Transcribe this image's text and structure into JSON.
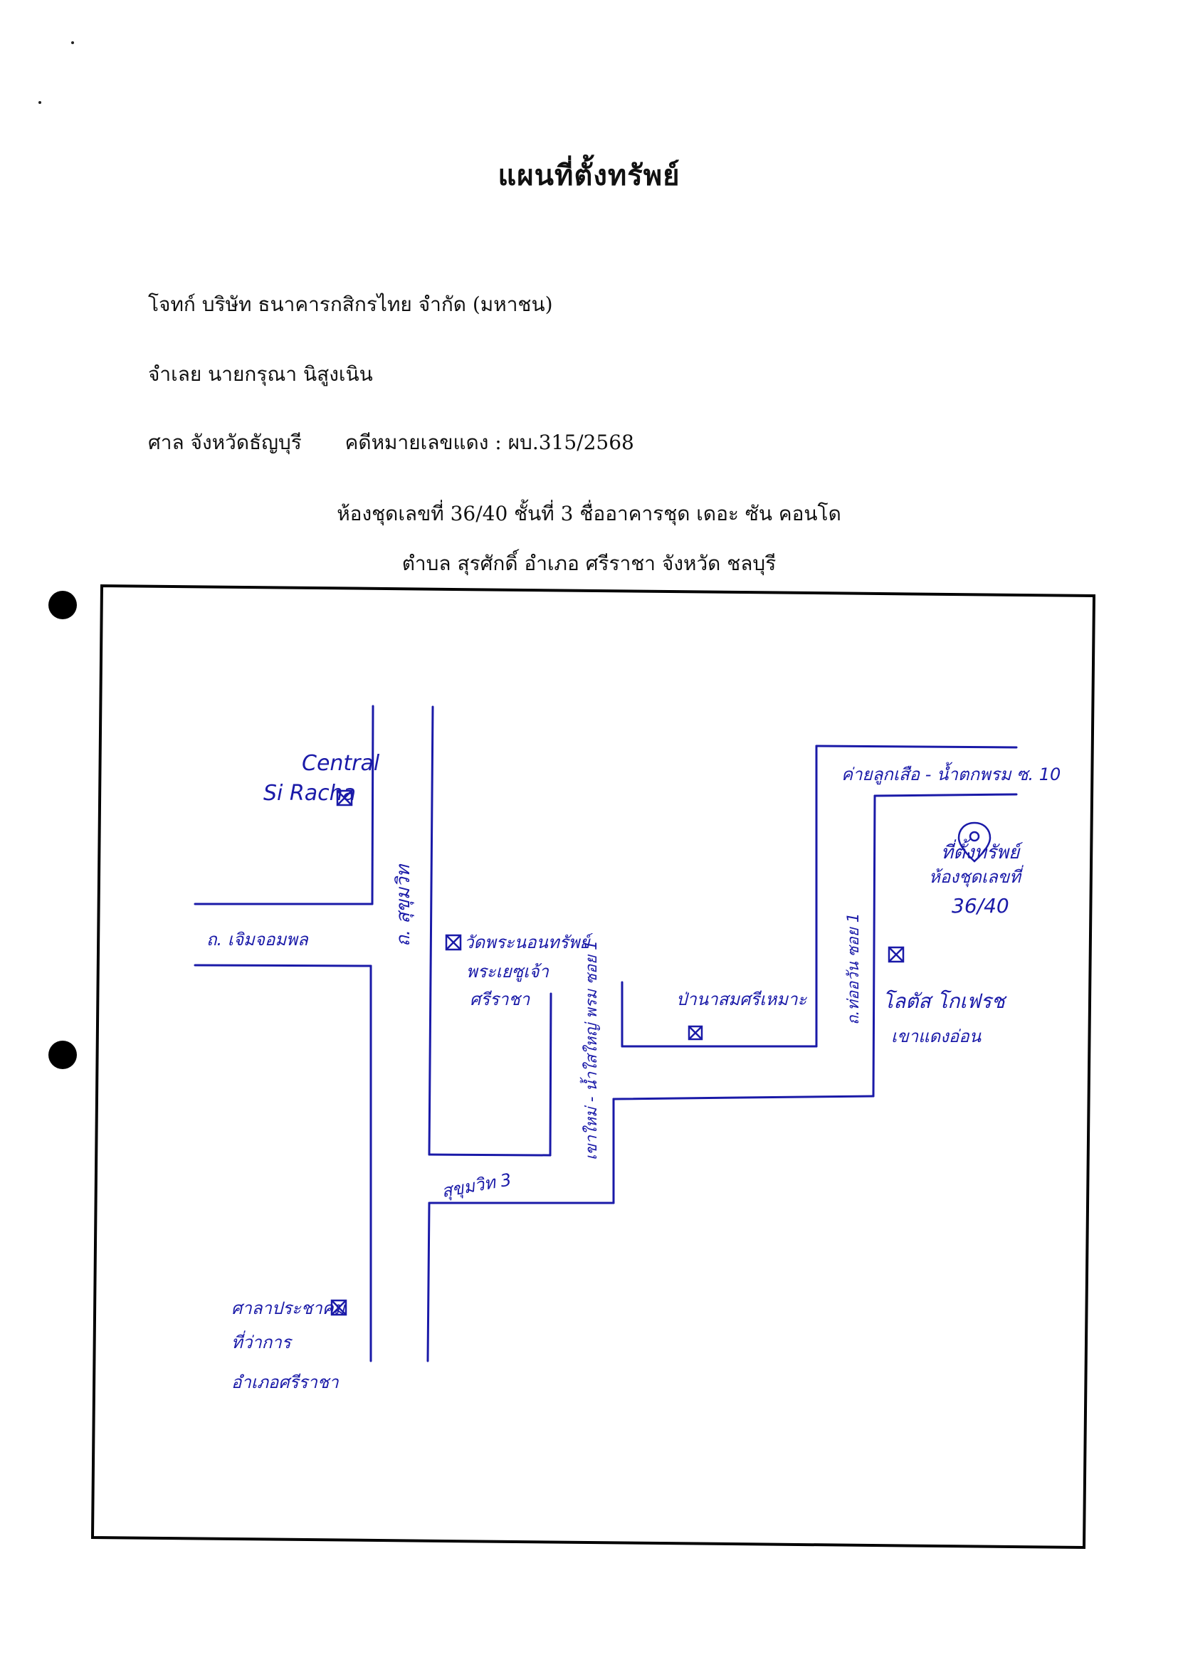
{
  "document": {
    "title": "แผนที่ตั้งทรัพย์",
    "plaintiff": "โจทก์ บริษัท ธนาคารกสิกรไทย จำกัด (มหาชน)",
    "defendant": "จำเลย นายกรุณา นิสูงเนิน",
    "court": "ศาล จังหวัดธัญบุรี",
    "case_number": "คดีหมายเลขแดง : ผบ.315/2568",
    "property_line1": "ห้องชุดเลขที่ 36/40 ชั้นที่ 3 ชื่ออาคารชุด เดอะ ซัน คอนโด",
    "property_line2": "ตำบล สุรศักดิ์ อำเภอ ศรีราชา จังหวัด ชลบุรี"
  },
  "map": {
    "labels": {
      "central_1": "Central",
      "central_2": "Si Racha",
      "road_charoen": "ถ. เจิมจอมพล",
      "road_sukhumvit": "ถ. สุขุมวิท",
      "temple_1": "วัดพระนอนทรัพย์",
      "temple_2": "พระเยซูเจ้า",
      "temple_3": "ศรีราชา",
      "soi_vertical": "เขาใหม่ - น้ำใสใหญ่ พรม ซอย 1",
      "cemetery": "ป่านาสมศรีเหมาะ",
      "road_local": "ถ.ท่ออวัน ซอย 1",
      "road_top": "ค่ายลูกเสือ - น้ำตกพรม ซ. 10",
      "property_1": "ที่ตั้งทรัพย์",
      "property_2": "ห้องชุดเลขที่",
      "property_3": "36/40",
      "lotus_1": "โลตัส โกเฟรช",
      "lotus_2": "เขาแดงอ่อน",
      "sukhumvit3": "สุขุมวิท 3",
      "district_1": "ศาลาประชาคม",
      "district_2": "ที่ว่าการ",
      "district_3": "อำเภอศรีราชา"
    }
  }
}
